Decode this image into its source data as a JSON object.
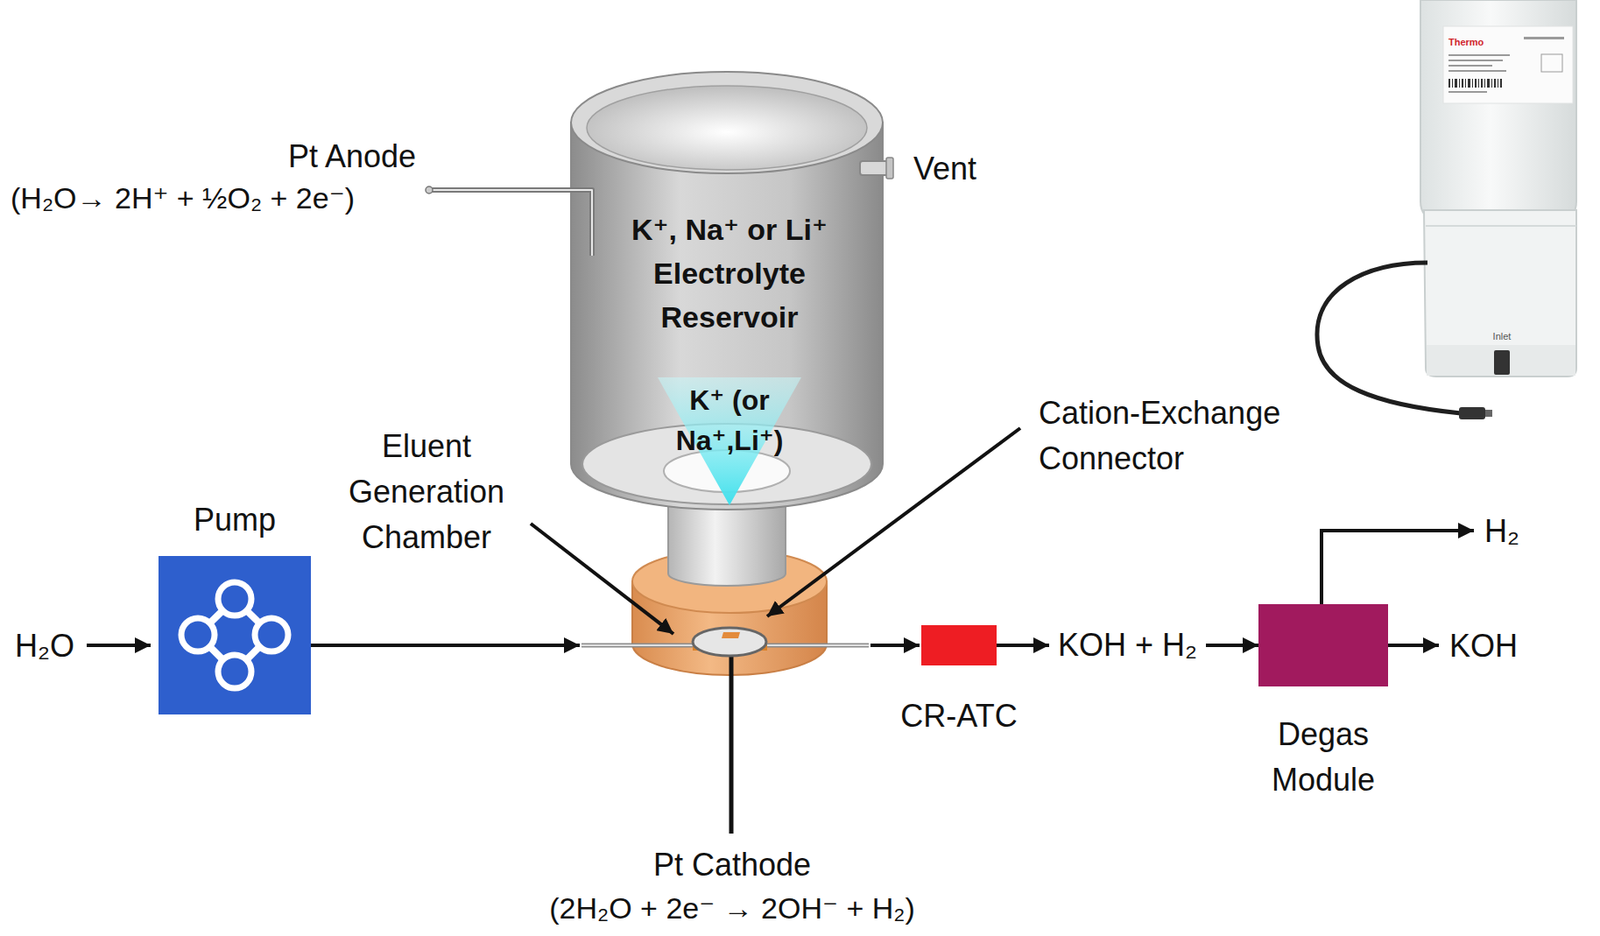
{
  "diagram": {
    "nodes": [
      {
        "text": [
          "K⁺, Na⁺ or Li⁺ Electrolyte Reservoir"
        ]
      },
      {
        "text": [
          "K⁺ (or Na⁺,Li⁺)"
        ],
        "in": 0
      },
      {
        "text": [
          "Pump"
        ]
      },
      {
        "text": [
          "CR-ATC"
        ]
      },
      {
        "text": [
          "Degas Module"
        ]
      }
    ],
    "edges": [
      {
        "from": 3,
        "to": 4,
        "arrow": "to",
        "label": "KOH + H₂"
      }
    ],
    "labels": [
      "Pt Anode",
      "(H₂O→ 2H⁺ + ½O₂ + 2e⁻)",
      "Vent",
      "Eluent Generation Chamber",
      "Cation-Exchange Connector",
      "H₂O",
      "Pt Cathode",
      "(2H₂O + 2e⁻ → 2OH⁻ + H₂)",
      "H₂",
      "KOH",
      "Thermo",
      "Inlet"
    ]
  }
}
